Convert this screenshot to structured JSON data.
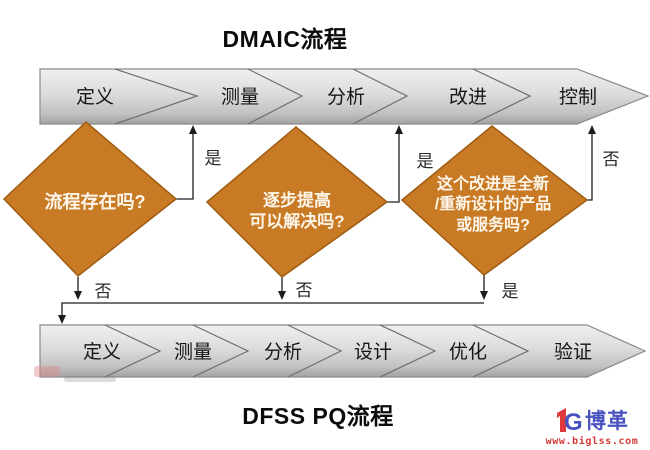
{
  "titles": {
    "top": "DMAIC流程",
    "bottom": "DFSS PQ流程"
  },
  "top_band": {
    "stages": [
      "定义",
      "测量",
      "分析",
      "改进",
      "控制"
    ]
  },
  "bottom_band": {
    "stages": [
      "定义",
      "测量",
      "分析",
      "设计",
      "优化",
      "验证"
    ]
  },
  "decisions": [
    {
      "lines": [
        "流程存在吗?"
      ]
    },
    {
      "lines": [
        "逐步提高",
        "可以解决吗?"
      ]
    },
    {
      "lines": [
        "这个改进是全新",
        "/重新设计的产品",
        "或服务吗?"
      ]
    }
  ],
  "connectors": {
    "d1_up": "是",
    "d2_up": "是",
    "d3_up": "否",
    "d1_down": "否",
    "d2_down": "否",
    "d3_down": "是"
  },
  "logo": {
    "brand": "博革",
    "website": "www.biglss.com"
  },
  "colors": {
    "diamond_fill": "#c97a25",
    "diamond_border": "#9e5d12",
    "band_light": "#efefef",
    "band_dark": "#a2a2a2",
    "line": "#1c1c1c",
    "logo_blue": "#4a52c0",
    "logo_red": "#d43a35"
  }
}
